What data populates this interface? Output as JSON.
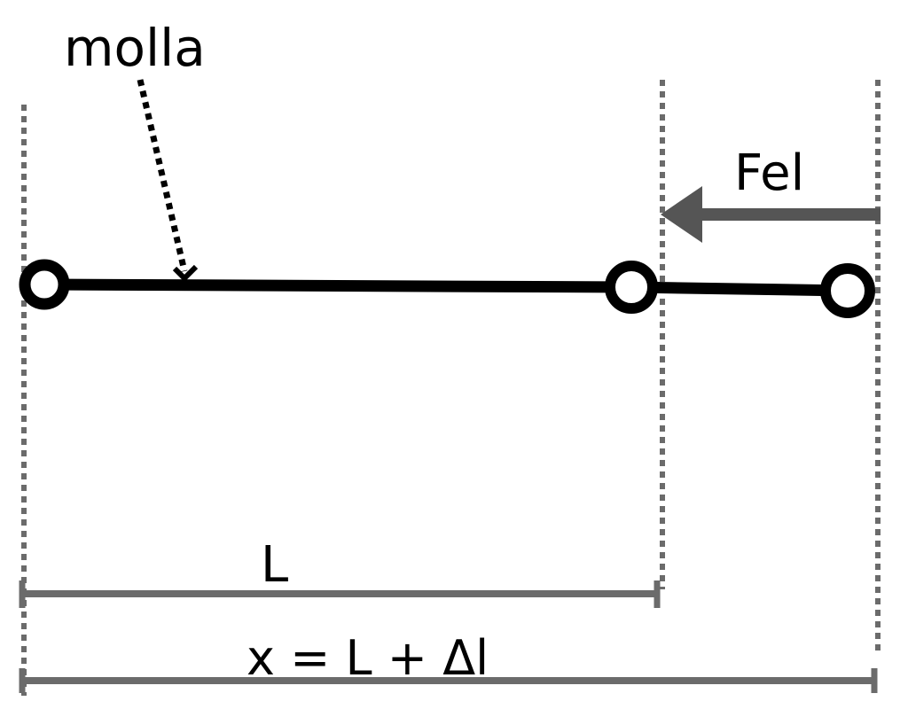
{
  "labels": {
    "spring": "molla",
    "force": "Fel",
    "rest_length": "L",
    "stretched_length": "x = L + Δl"
  },
  "colors": {
    "ink": "#000000",
    "guide": "#6b6b6b",
    "force_arrow": "#555555",
    "background": "#ffffff"
  }
}
